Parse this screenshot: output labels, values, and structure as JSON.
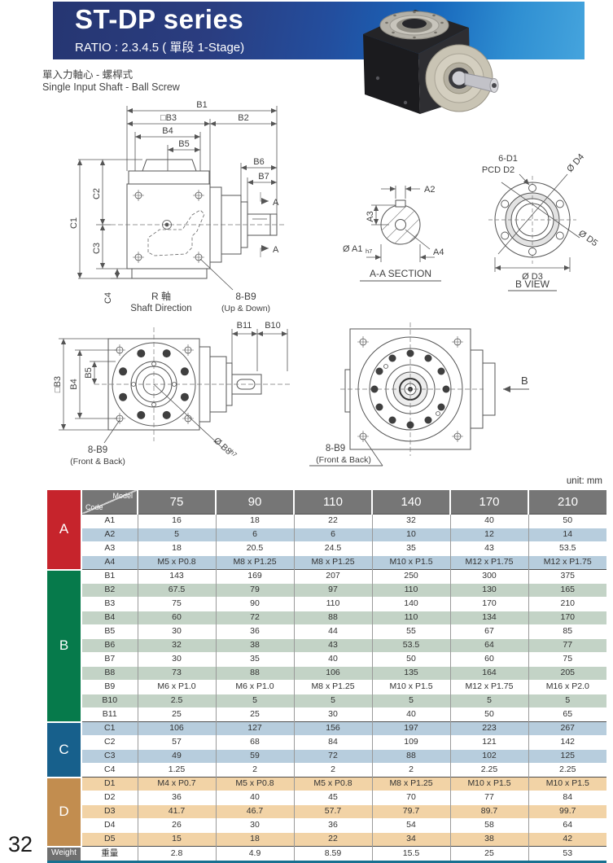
{
  "header": {
    "title": "ST-DP series",
    "ratio": "RATIO : 2.3.4.5 ( 單段 1-Stage)"
  },
  "subtitle": {
    "cn": "單入力軸心 - 螺桿式",
    "en": "Single Input Shaft - Ball Screw"
  },
  "drawings": {
    "front_view": {
      "b1": "B1",
      "b3": "□B3",
      "b4": "B4",
      "b5": "B5",
      "b2": "B2",
      "b6": "B6",
      "b7": "B7",
      "c1": "C1",
      "c2": "C2",
      "c3": "C3",
      "c4": "C4",
      "cut_marker": "A",
      "hole_note": "8-B9",
      "hole_note_sub": "(Up & Down)",
      "shaft_cn": "R 軸",
      "shaft_en": "Shaft Direction"
    },
    "aa_section": {
      "a2": "A2",
      "a3": "A3",
      "a1": "Ø A1",
      "a1_tol": "h7",
      "a4": "A4",
      "caption": "A-A SECTION"
    },
    "b_view": {
      "bolt": "6-D1",
      "pcd": "PCD  D2",
      "d4": "Ø D4",
      "d5": "Ø D5",
      "d3": "Ø D3",
      "caption": "B VIEW"
    },
    "flange_view": {
      "b3": "□B3",
      "b4": "B4",
      "b5": "B5",
      "b11": "B11",
      "b10": "B10",
      "hole_note": "8-B9",
      "hole_note_sub": "(Front & Back)",
      "b8": "Ø B8",
      "b8_tol": "h7"
    },
    "rear_view": {
      "hole_note": "8-B9",
      "hole_note_sub": "(Front & Back)",
      "view": "B"
    }
  },
  "table": {
    "unit": "unit: mm",
    "corner": {
      "top": "Model",
      "bottom": "Code"
    },
    "columns": [
      "75",
      "90",
      "110",
      "140",
      "170",
      "210"
    ],
    "groups": [
      {
        "label": "A",
        "color": "#c6242c",
        "shade": "#b7cddd",
        "rows": [
          {
            "code": "A1",
            "values": [
              "16",
              "18",
              "22",
              "32",
              "40",
              "50"
            ]
          },
          {
            "code": "A2",
            "values": [
              "5",
              "6",
              "6",
              "10",
              "12",
              "14"
            ]
          },
          {
            "code": "A3",
            "values": [
              "18",
              "20.5",
              "24.5",
              "35",
              "43",
              "53.5"
            ]
          },
          {
            "code": "A4",
            "values": [
              "M5 x P0.8",
              "M8 x P1.25",
              "M8 x P1.25",
              "M10 x P1.5",
              "M12 x P1.75",
              "M12 x P1.75"
            ]
          }
        ]
      },
      {
        "label": "B",
        "color": "#067a4b",
        "shade": "#c3d3c6",
        "rows": [
          {
            "code": "B1",
            "values": [
              "143",
              "169",
              "207",
              "250",
              "300",
              "375"
            ]
          },
          {
            "code": "B2",
            "values": [
              "67.5",
              "79",
              "97",
              "110",
              "130",
              "165"
            ]
          },
          {
            "code": "B3",
            "values": [
              "75",
              "90",
              "110",
              "140",
              "170",
              "210"
            ]
          },
          {
            "code": "B4",
            "values": [
              "60",
              "72",
              "88",
              "110",
              "134",
              "170"
            ]
          },
          {
            "code": "B5",
            "values": [
              "30",
              "36",
              "44",
              "55",
              "67",
              "85"
            ]
          },
          {
            "code": "B6",
            "values": [
              "32",
              "38",
              "43",
              "53.5",
              "64",
              "77"
            ]
          },
          {
            "code": "B7",
            "values": [
              "30",
              "35",
              "40",
              "50",
              "60",
              "75"
            ]
          },
          {
            "code": "B8",
            "values": [
              "73",
              "88",
              "106",
              "135",
              "164",
              "205"
            ]
          },
          {
            "code": "B9",
            "values": [
              "M6 x P1.0",
              "M6 x P1.0",
              "M8 x P1.25",
              "M10 x P1.5",
              "M12 x P1.75",
              "M16 x P2.0"
            ]
          },
          {
            "code": "B10",
            "values": [
              "2.5",
              "5",
              "5",
              "5",
              "5",
              "5"
            ]
          },
          {
            "code": "B11",
            "values": [
              "25",
              "25",
              "30",
              "40",
              "50",
              "65"
            ]
          }
        ]
      },
      {
        "label": "C",
        "color": "#17608c",
        "shade": "#b7cddd",
        "rows": [
          {
            "code": "C1",
            "values": [
              "106",
              "127",
              "156",
              "197",
              "223",
              "267"
            ]
          },
          {
            "code": "C2",
            "values": [
              "57",
              "68",
              "84",
              "109",
              "121",
              "142"
            ]
          },
          {
            "code": "C3",
            "values": [
              "49",
              "59",
              "72",
              "88",
              "102",
              "125"
            ]
          },
          {
            "code": "C4",
            "values": [
              "1.25",
              "2",
              "2",
              "2",
              "2.25",
              "2.25"
            ]
          }
        ]
      },
      {
        "label": "D",
        "color": "#c28d4f",
        "shade": "#f2d3a6",
        "rows": [
          {
            "code": "D1",
            "values": [
              "M4 x P0.7",
              "M5 x P0.8",
              "M5 x P0.8",
              "M8 x P1.25",
              "M10 x P1.5",
              "M10 x P1.5"
            ]
          },
          {
            "code": "D2",
            "values": [
              "36",
              "40",
              "45",
              "70",
              "77",
              "84"
            ]
          },
          {
            "code": "D3",
            "values": [
              "41.7",
              "46.7",
              "57.7",
              "79.7",
              "89.7",
              "99.7"
            ]
          },
          {
            "code": "D4",
            "values": [
              "26",
              "30",
              "36",
              "54",
              "58",
              "64"
            ]
          },
          {
            "code": "D5",
            "values": [
              "15",
              "18",
              "22",
              "34",
              "38",
              "42"
            ]
          }
        ]
      }
    ],
    "weight": {
      "label": "Weight",
      "code": "重量",
      "color": "#6f6f6f",
      "values": [
        "2.8",
        "4.9",
        "8.59",
        "15.5",
        "25",
        "53"
      ]
    }
  },
  "page_number": "32"
}
